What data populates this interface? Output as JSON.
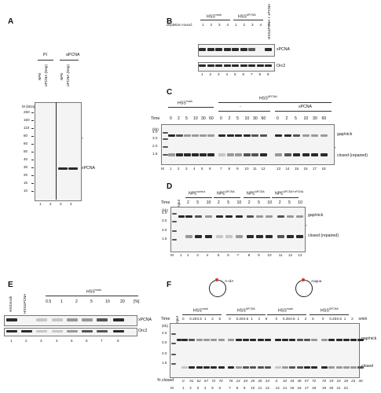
{
  "panels": {
    "A": {
      "letter": "A",
      "groups": [
        "PI",
        "αPCNA"
      ],
      "lanes": [
        "NPE",
        "αPCNA (Dep)",
        "NPE",
        "αPCNA (Dep)"
      ],
      "mw_title": "M (kDa)",
      "mw": [
        "260",
        "160",
        "110",
        "80",
        "60",
        "50",
        "40",
        "30",
        "20",
        "15",
        "10"
      ],
      "band_label": "xPCNA",
      "star": "*",
      "lane_numbers": [
        "1",
        "2",
        "3",
        "4"
      ]
    },
    "B": {
      "letter": "B",
      "groups": [
        "HSS",
        "HSS"
      ],
      "group_sup": [
        "mock",
        "ΔPCNA"
      ],
      "top_right": "HSSΔPCNA + xPCNA",
      "row_label": "depletion round:",
      "rounds": [
        "1",
        "2",
        "3",
        "4",
        "1",
        "2",
        "3",
        "4",
        "4"
      ],
      "bands": [
        "xPCNA",
        "Orc2"
      ],
      "lane_numbers": [
        "1",
        "2",
        "3",
        "4",
        "5",
        "6",
        "7",
        "8",
        "9"
      ]
    },
    "C": {
      "letter": "C",
      "groups": [
        "HSS",
        "HSS"
      ],
      "group_sup": [
        "mock",
        "ΔPCNA"
      ],
      "subgroups": [
        "-",
        "xPCNA"
      ],
      "time_label": "Time",
      "times_g1": [
        "0",
        "2",
        "5",
        "10",
        "30",
        "60"
      ],
      "times_g2": [
        "0",
        "2",
        "5",
        "10",
        "30",
        "60"
      ],
      "times_g3": [
        "0",
        "2",
        "5",
        "10",
        "30",
        "60"
      ],
      "marker_title": "(kb)",
      "markers": [
        "4.0",
        "3.0",
        "2.0",
        "1.5"
      ],
      "band_top": "gap/nick",
      "band_bottom": "closed (repaired)",
      "star": "*",
      "lane_numbers": [
        "M",
        "1",
        "2",
        "3",
        "4",
        "5",
        "6",
        "7",
        "8",
        "9",
        "10",
        "11",
        "12",
        "13",
        "14",
        "15",
        "16",
        "17",
        "18"
      ]
    },
    "D": {
      "letter": "D",
      "time_label": "Time",
      "groups": [
        "NPE",
        "NPE",
        "NPE",
        "NPE"
      ],
      "group_sup": [
        "control",
        "ΔPCNA",
        "ΔPCNA",
        "ΔPCNA+xPCNA"
      ],
      "input_label": "input",
      "times": [
        "2",
        "5",
        "10",
        "2",
        "5",
        "10",
        "2",
        "5",
        "10",
        "2",
        "5",
        "10"
      ],
      "marker_title": "(kb)",
      "markers": [
        "4.0",
        "3.0",
        "2.0",
        "1.5"
      ],
      "band_top": "gap/nick",
      "band_bottom": "closed (repaired)",
      "star": "*",
      "lane_numbers": [
        "M",
        "1",
        "2",
        "3",
        "4",
        "5",
        "6",
        "7",
        "8",
        "9",
        "10",
        "11",
        "12",
        "13"
      ]
    },
    "E": {
      "letter": "E",
      "lanes_left": [
        "HSSmock",
        "HSSΔPCNA"
      ],
      "group": "HSS",
      "group_sup": "mock",
      "pct_label": "[%]",
      "percents": [
        "0.5",
        "1",
        "2",
        "5",
        "10",
        "20"
      ],
      "bands": [
        "xPCNA",
        "Orc2"
      ],
      "lane_numbers": [
        "1",
        "2",
        "3",
        "4",
        "5",
        "6",
        "7",
        "8"
      ]
    },
    "F": {
      "letter": "F",
      "circle_labels": [
        "A+dA",
        "Aagua"
      ],
      "groups": [
        "HSS",
        "HSS",
        "HSS",
        "HSS"
      ],
      "group_sup": [
        "mock",
        "ΔPCNA",
        "mock",
        "ΔPCNA"
      ],
      "time_label": "Time",
      "input_label": "input",
      "times": [
        "0",
        "0.25",
        "0.5",
        "1",
        "2",
        "5",
        "0",
        "0.25",
        "0.5",
        "1",
        "2",
        "5",
        "0",
        "0.25",
        "0.5",
        "1",
        "2",
        "5",
        "0",
        "0.25",
        "0.5",
        "1",
        "2",
        "5"
      ],
      "min_label": "min",
      "marker_title": "(kb)",
      "markers": [
        "4.0",
        "3.0",
        "2.0",
        "1.5"
      ],
      "band_top": "gap/nick",
      "band_bottom": "closed",
      "closed_label": "% closed",
      "closed_values": [
        "0",
        "51",
        "62",
        "67",
        "72",
        "70",
        "76",
        "24",
        "34",
        "25",
        "26",
        "34",
        "0",
        "10",
        "34",
        "45",
        "57",
        "72",
        "70",
        "19",
        "10",
        "18",
        "23",
        "30"
      ],
      "lane_numbers": [
        "M",
        "1",
        "2",
        "3",
        "4",
        "5",
        "6",
        "7",
        "8",
        "9",
        "10",
        "11",
        "12",
        "13",
        "14",
        "15",
        "16",
        "17",
        "18",
        "19",
        "20",
        "21",
        "22"
      ]
    }
  }
}
